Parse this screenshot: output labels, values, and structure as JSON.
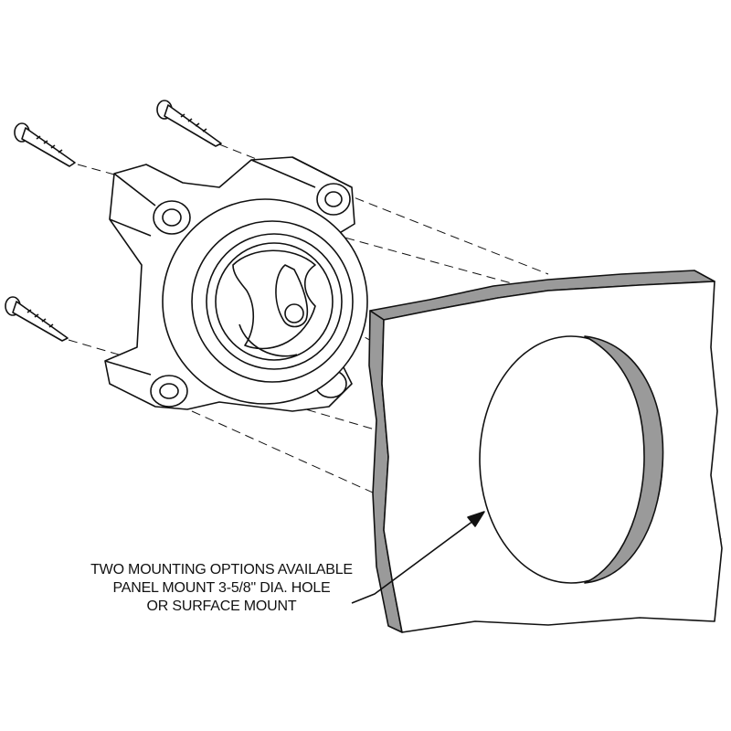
{
  "callout": {
    "lines": [
      "TWO MOUNTING OPTIONS AVAILABLE",
      "PANEL MOUNT 3-5/8\" DIA.  HOLE",
      "OR SURFACE MOUNT"
    ]
  },
  "colors": {
    "line": "#111111",
    "panel_edge": "#9a9a9a",
    "background": "#ffffff"
  }
}
